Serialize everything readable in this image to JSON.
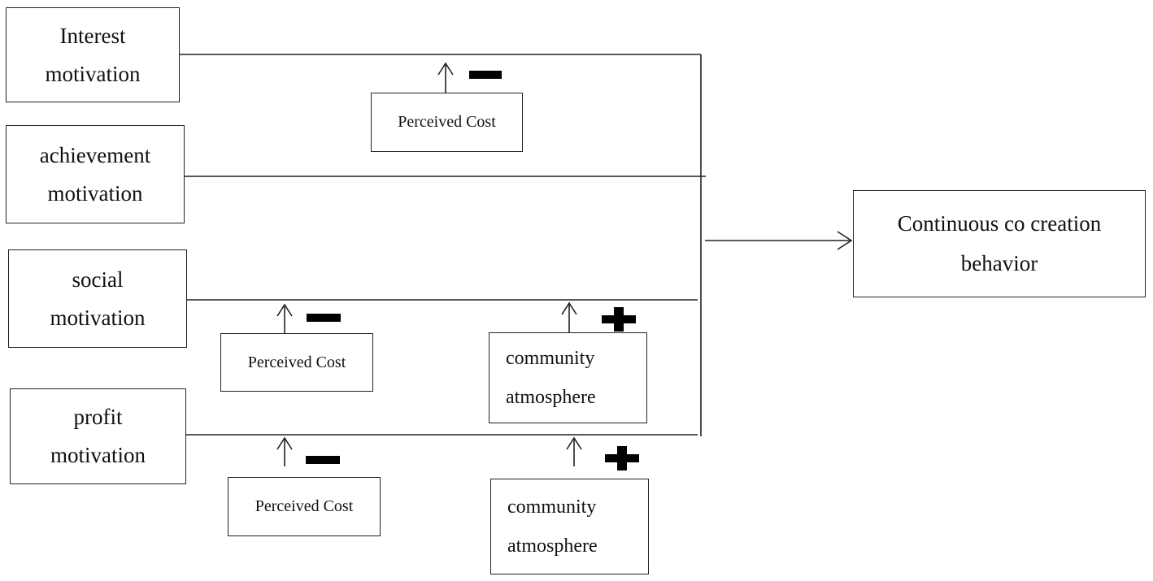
{
  "motivations": [
    {
      "line1": "Interest",
      "line2": "motivation"
    },
    {
      "line1": "achievement",
      "line2": "motivation"
    },
    {
      "line1": "social",
      "line2": "motivation"
    },
    {
      "line1": "profit",
      "line2": "motivation"
    }
  ],
  "outcome": {
    "line1": "Continuous co creation",
    "line2": "behavior"
  },
  "moderators": {
    "interest_cost": {
      "label": "Perceived Cost",
      "effect": "negative"
    },
    "social_cost": {
      "label": "Perceived Cost",
      "effect": "negative"
    },
    "social_atmosphere": {
      "line1": "community",
      "line2": "atmosphere",
      "effect": "positive"
    },
    "profit_cost": {
      "label": "Perceived Cost",
      "effect": "negative"
    },
    "profit_atmosphere": {
      "line1": "community",
      "line2": "atmosphere",
      "effect": "positive"
    }
  },
  "colors": {
    "stroke": "#222222",
    "sign": "#000000",
    "background": "#ffffff"
  }
}
